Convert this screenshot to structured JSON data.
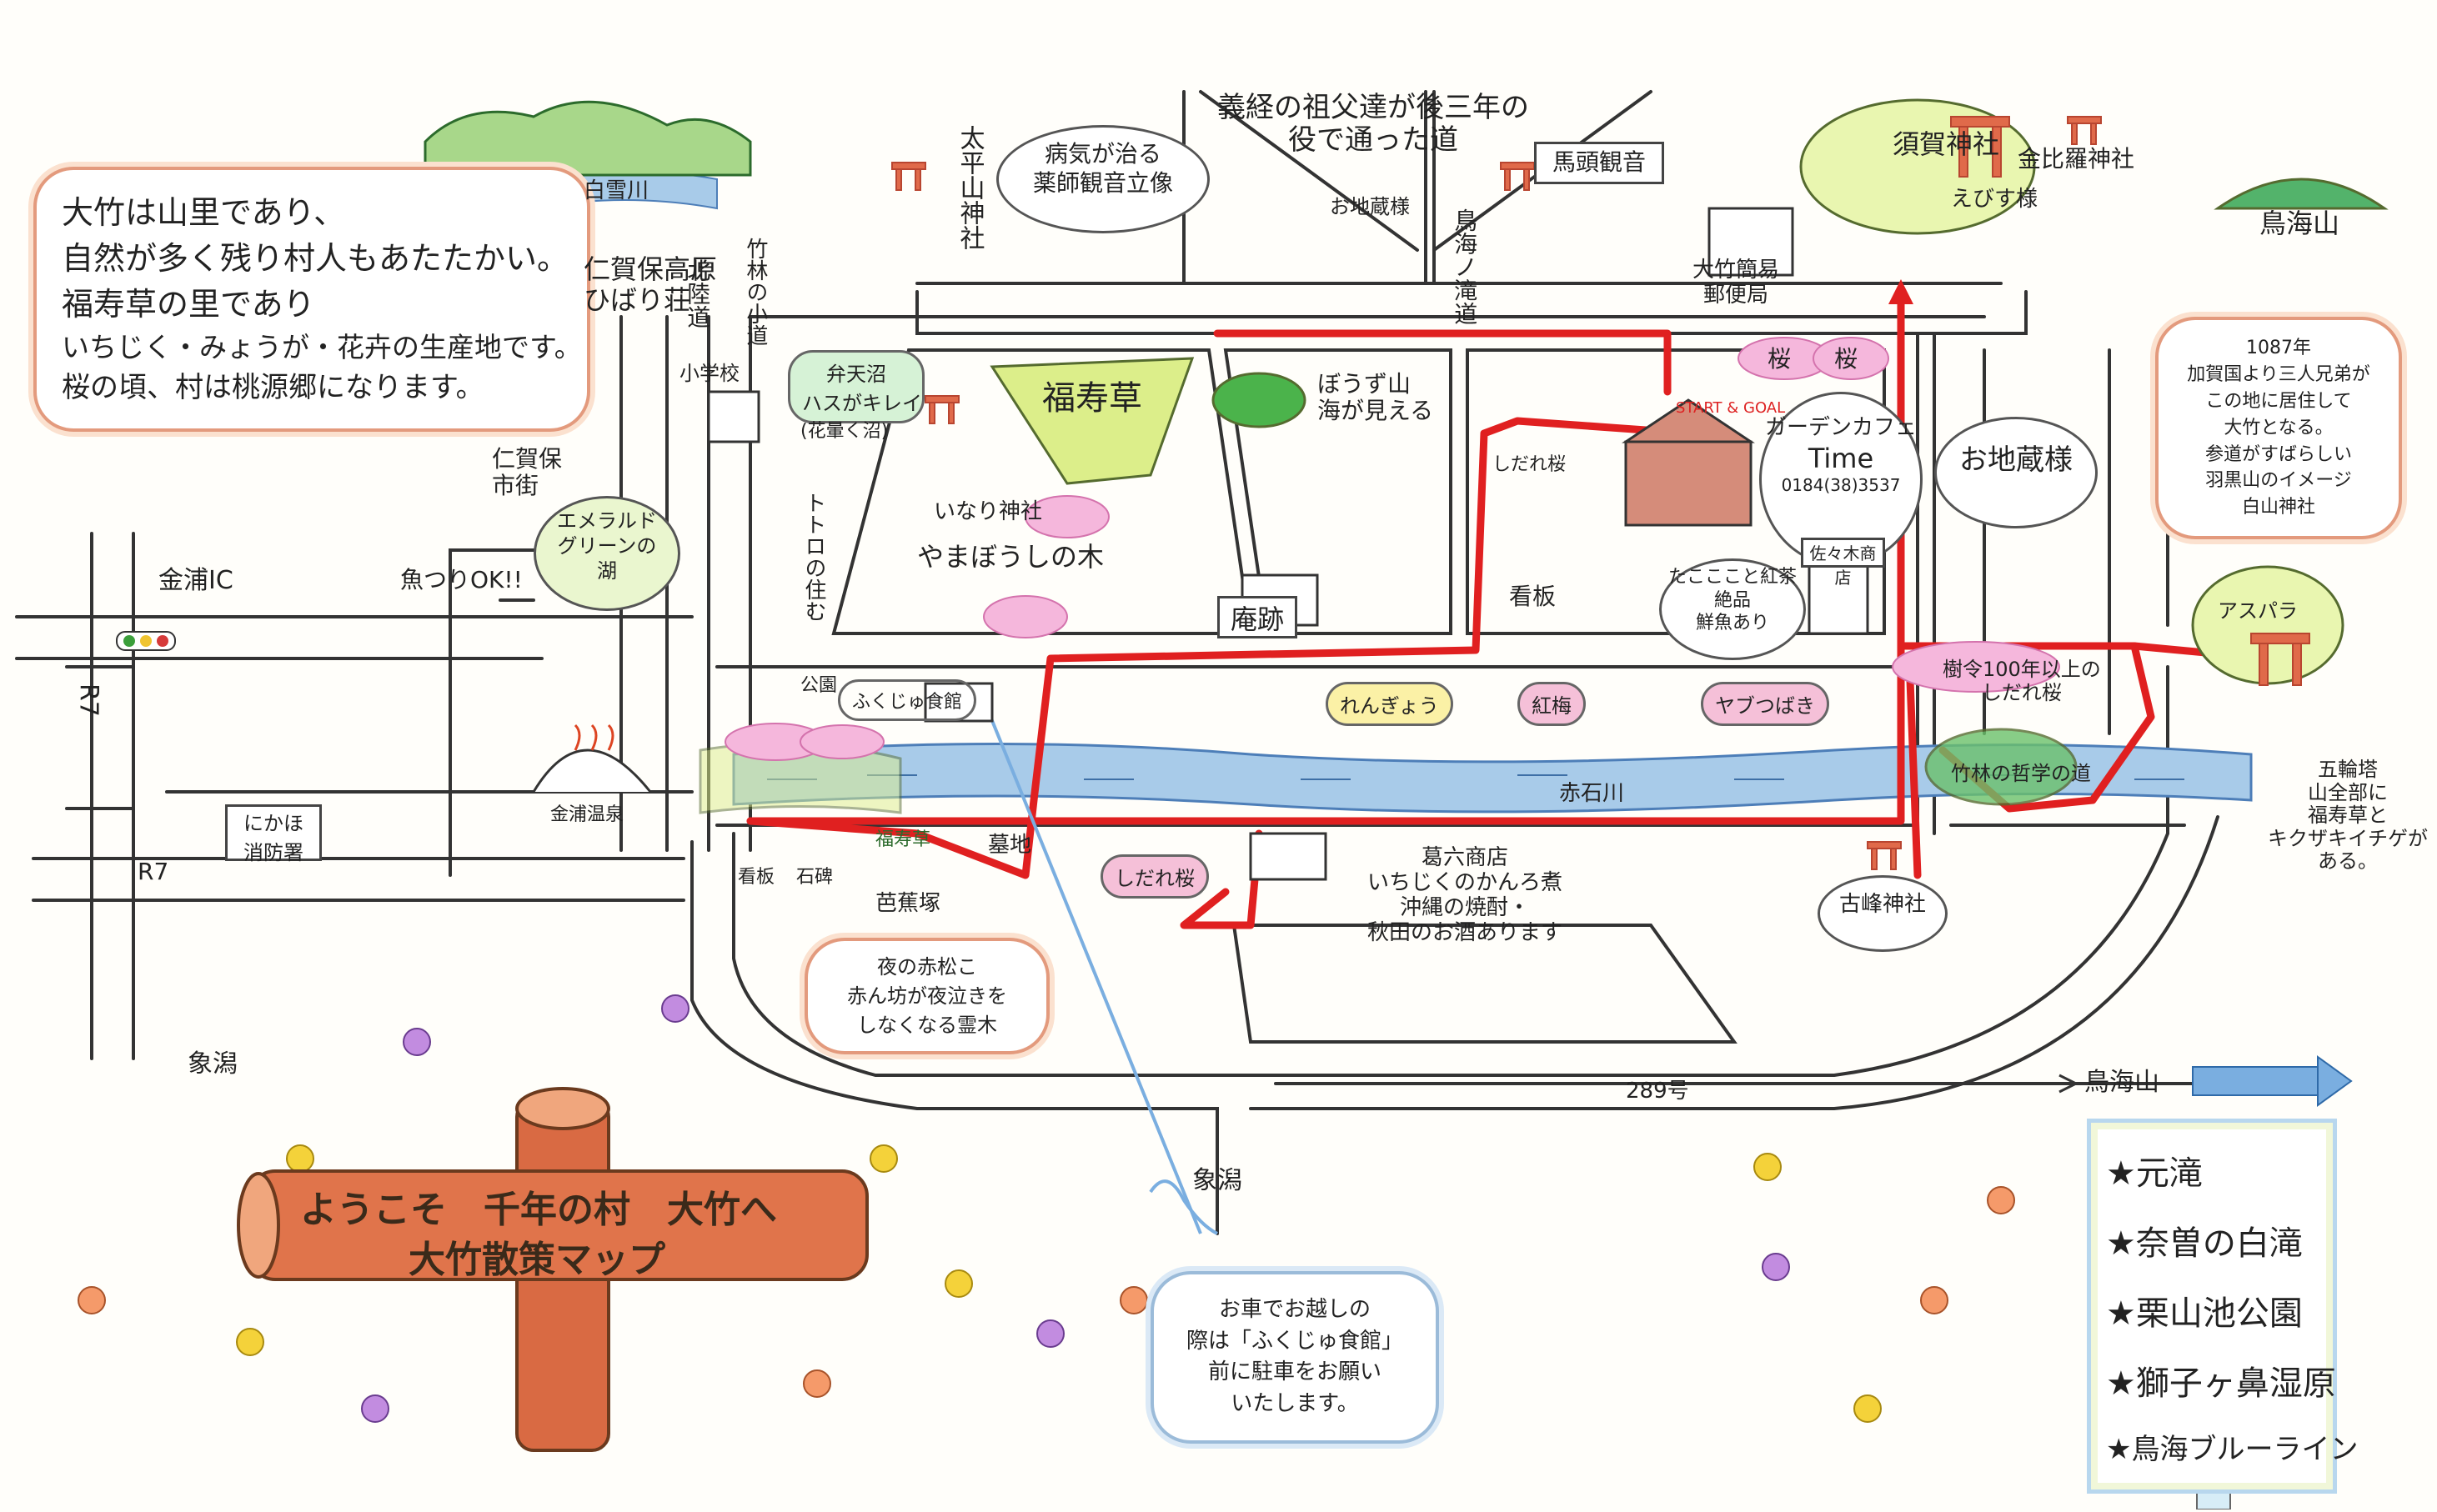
{
  "map": {
    "intro": [
      "大竹は山里であり、",
      "自然が多く残り村人もあたたかい。",
      "福寿草の里であり",
      "いちじく・みょうが・花卉の生産地です。",
      "桜の頃、村は桃源郷になります。"
    ],
    "title_line1": "ようこそ　千年の村　大竹へ",
    "title_line2": "大竹散策マップ",
    "start_goal": "START & GOAL",
    "cafe": {
      "name": "ガーデンカフェ",
      "brand": "Time",
      "phone": "0184(38)3537"
    },
    "roads": {
      "route_289": "289号",
      "to_chokaisan": "鳥海山",
      "to_kisakata_left": "象潟",
      "to_kisakata_center": "象潟",
      "konoura_ic": "金浦IC",
      "r7": "R7",
      "to_nikaho_right": "仁賀保\n市街",
      "old_road_top": "義経の祖父達が後三年の\n役で通った道",
      "nikaho_kogen": "仁賀保高原\nひばり荘",
      "hokuriku": "北陸道",
      "river_name": "赤石川"
    },
    "places": {
      "shirasegawa": "白雪川",
      "chokaisan_top": "鳥海山",
      "suga_jinja": "須賀神社",
      "ebisu": "えびす様",
      "konpira": "金比羅神社",
      "bato_kannon": "馬頭観音",
      "ojizo_small": "お地蔵様",
      "shimizu_fall": "鳥海ノ滝道",
      "post_office": "大竹簡易\n郵便局",
      "taiheizan": "太平山神社",
      "yakushi": "病気が治る\n薬師観音立像",
      "school": "小学校",
      "hatake": "竹林の小道",
      "bentennuma": "弁天沼\nハスがキレイ",
      "hakubutsu": "(花暈く沼)",
      "fukujuso": "福寿草",
      "bozuyama": "ぼうず山\n海が見える",
      "inari": "いなり神社",
      "yamabo": "やまぼうしの木",
      "emerald": "エメラルド\nグリーンの\n湖",
      "fishing": "魚つりOK!!",
      "totoro": "トトロの住む",
      "anseki": "庵跡",
      "shidare_small": "しだれ桜",
      "kanban": "看板",
      "sasaki": "佐々木商店",
      "sasaki_note": "たこここと紅茶\n絶品\n鮮魚あり",
      "ojizo_large": "お地蔵様",
      "sakura1": "桜",
      "sakura2": "桜",
      "hakusan": "1087年\n加賀国より三人兄弟が\nこの地に居住して\n大竹となる。\n参道がすばらしい\n羽黒山のイメージ\n白山神社",
      "asupara": "アスパラ",
      "shidare100": "樹令100年以上の\nしだれ桜",
      "chikurin": "竹林の哲学の道",
      "gorin": "五輪塔\n山全部に\n福寿草と\nキクザキイチゲが\nある。",
      "park": "公園",
      "fukuju_shokan": "ふくじゅ食館",
      "rengyo": "れんぎょう",
      "kobai": "紅梅",
      "tsubaki": "ヤブつばき",
      "konoura_onsen": "金浦温泉",
      "fire_station": "にかほ\n消防署",
      "fukujuso2": "福寿草",
      "bochi": "墓地",
      "shidare3": "しだれ桜",
      "kanban2": "看板",
      "sekihi": "石碑",
      "bashozuka": "芭蕉塚",
      "shop_katsuroku": "葛六商店\nいちじくのかんろ煮\n沖縄の焼酎・\n秋田のお酒あります",
      "furumine": "古峰神社",
      "yonaki": "夜の赤松こ\n赤ん坊が夜泣きを\nしなくなる霊木"
    },
    "parking_note": "お車でお越しの\n際は「ふくじゅ食館」\n前に駐車をお願い\nいたします。",
    "spots": [
      "★元滝",
      "★奈曽の白滝",
      "★栗山池公園",
      "★獅子ヶ鼻湿原",
      "★鳥海ブルーライン"
    ],
    "colors": {
      "route": "#e02020",
      "river": "#9dc4e6",
      "log": "#d96a43",
      "accent_green": "#c6e27a"
    }
  }
}
